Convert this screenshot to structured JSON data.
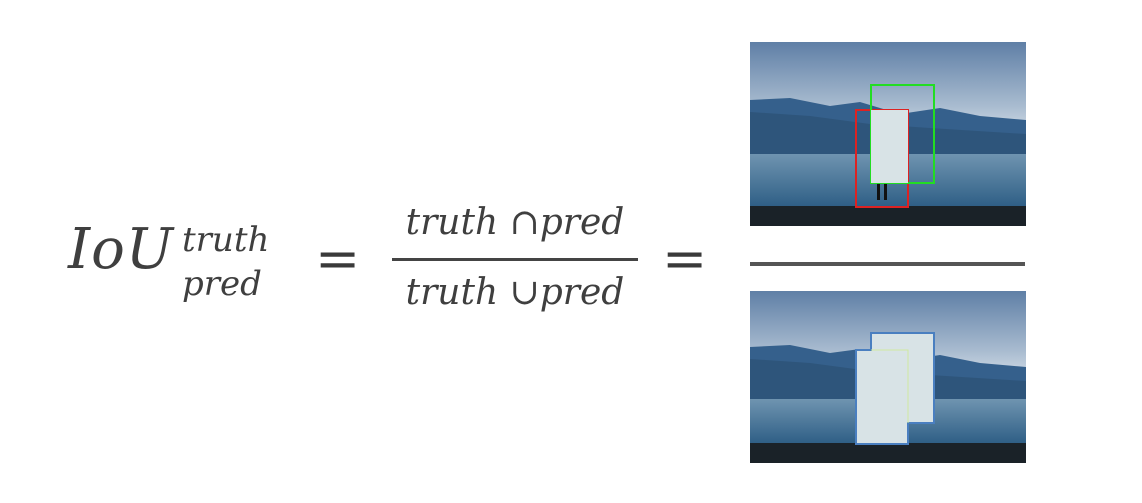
{
  "formula": {
    "iou_main": "IoU",
    "iou_sup": "truth",
    "iou_sub": "pred",
    "equals": "=",
    "numerator": "truth ∩pred",
    "denominator": "truth ∪pred"
  },
  "colors": {
    "truth_box": "#22dd22",
    "pred_box": "#dd2222",
    "union_outline": "#4a7fc0",
    "overlay_fill": "#d8e3e6",
    "text": "#3f3f3f"
  }
}
